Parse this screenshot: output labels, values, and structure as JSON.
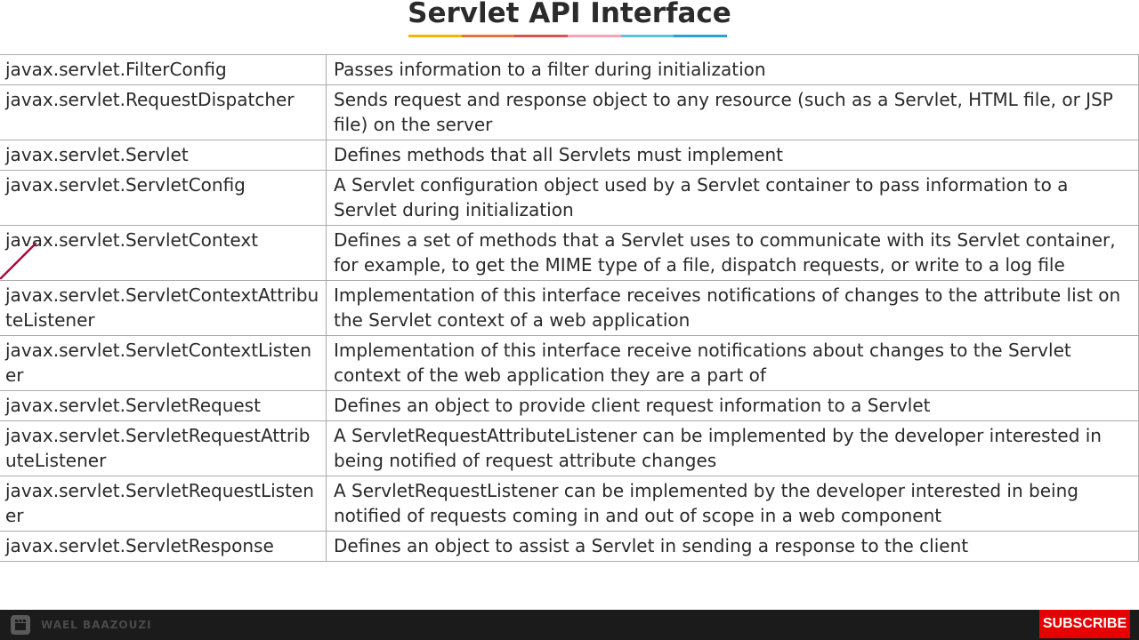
{
  "header": {
    "title": "Servlet API Interface",
    "underline_colors": [
      "#f4b400",
      "#e8743b",
      "#d9534f",
      "#f5a3b5",
      "#5bc0de",
      "#2a9fd6"
    ]
  },
  "table": {
    "rows": [
      {
        "name": "javax.servlet.FilterConfig",
        "description": "Passes information to a filter during initialization"
      },
      {
        "name": "javax.servlet.RequestDispatcher",
        "description": "Sends request and response object to any resource (such as a Servlet, HTML file, or JSP file) on the server"
      },
      {
        "name": "javax.servlet.Servlet",
        "description": "Defines methods that all Servlets must implement"
      },
      {
        "name": "javax.servlet.ServletConfig",
        "description": "A Servlet configuration object used by a Servlet container to pass information to a Servlet during initialization"
      },
      {
        "name": "javax.servlet.ServletContext",
        "description": "Defines a set of methods that a Servlet uses to communicate with its Servlet container, for example, to get the MIME type of a file, dispatch requests, or write to a log file"
      },
      {
        "name": "javax.servlet.ServletContextAttributeListener",
        "description": "Implementation of this interface receives notifications of changes to the attribute list on the Servlet context of a web application"
      },
      {
        "name": "javax.servlet.ServletContextListener",
        "description": "Implementation of this interface receive notifications about changes to the Servlet context of the web application they are a part of"
      },
      {
        "name": "javax.servlet.ServletRequest",
        "description": "Defines an object to provide client request information to a Servlet"
      },
      {
        "name": "javax.servlet.ServletRequestAttributeListener",
        "description": "A ServletRequestAttributeListener  can be implemented by the developer interested in being notified of request attribute changes"
      },
      {
        "name": "javax.servlet.ServletRequestListener",
        "description": "A ServletRequestListener  can be implemented by the developer interested in being notified of requests coming in and out of scope in a web component"
      },
      {
        "name": "javax.servlet.ServletResponse",
        "description": "Defines an object to assist a Servlet in sending a response to the client"
      }
    ]
  },
  "annotation": {
    "color": "#a0103c"
  },
  "footer": {
    "channel_name": "WAEL BAAZOUZI",
    "subscribe_label": "SUBSCRIBE",
    "subscribe_color": "#e60000",
    "logo_icon": "film-clapper-icon"
  }
}
